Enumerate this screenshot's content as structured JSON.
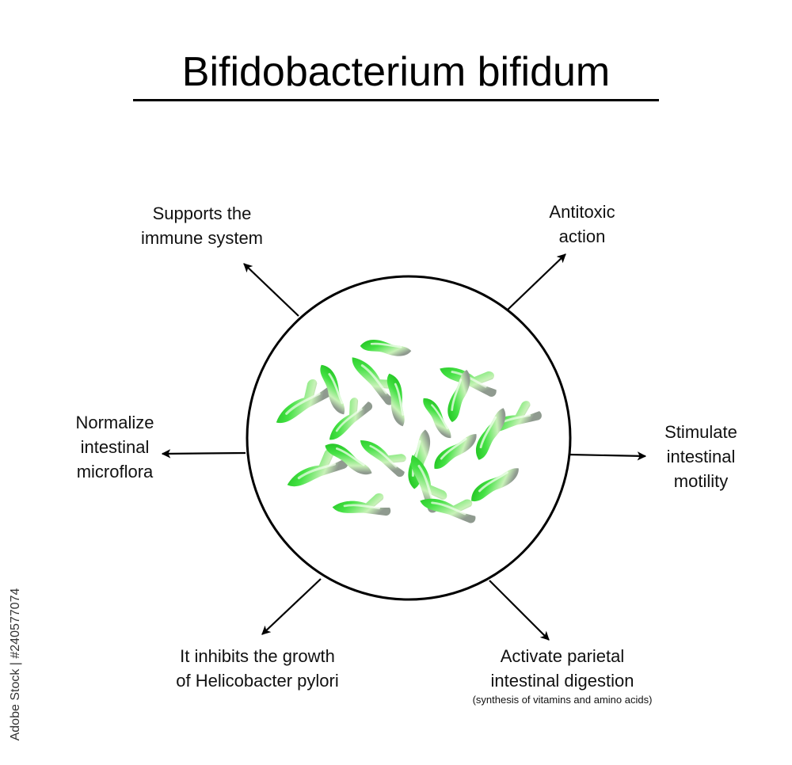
{
  "title": "Bifidobacterium bifidum",
  "labels": {
    "immune": [
      "Supports the",
      "immune system"
    ],
    "antitoxic": [
      "Antitoxic",
      "action"
    ],
    "normalize": [
      "Normalize",
      "intestinal",
      "microflora"
    ],
    "stimulate": [
      "Stimulate",
      "intestinal",
      "motility"
    ],
    "inhibits": [
      "It inhibits the growth",
      "of Helicobacter pylori"
    ],
    "activate": [
      "Activate parietal",
      "intestinal digestion"
    ],
    "activate_note": "(synthesis of vitamins and amino acids)"
  },
  "stock_side": "Adobe Stock | #240577074",
  "colors": {
    "bacteria_green": "#2fd42f",
    "bacteria_light": "#d8f6c8",
    "bacteria_grey": "#9aa39a",
    "line": "#000000"
  }
}
